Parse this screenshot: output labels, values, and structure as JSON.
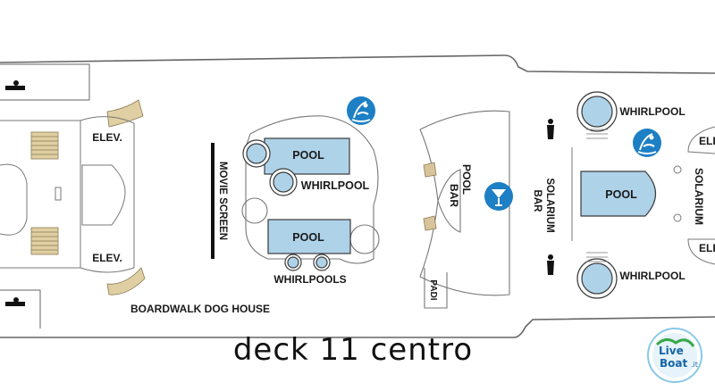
{
  "labels": {
    "elev_top": "ELEV.",
    "elev_bottom": "ELEV.",
    "movie_screen": "MOVIE SCREEN",
    "pool_upper": "POOL",
    "whirlpool_center": "WHIRLPOOL",
    "pool_lower": "POOL",
    "whirlpools": "WHIRLPOOLS",
    "boardwalk": "BOARDWALK DOG HOUSE",
    "pool_bar_1": "POOL",
    "pool_bar_2": "BAR",
    "padi": "PADI",
    "solarium_bar_1": "SOLARIUM",
    "solarium_bar_2": "BAR",
    "whirlpool_fwd_top": "WHIRLPOOL",
    "pool_solarium": "POOL",
    "whirlpool_fwd_bottom": "WHIRLPOOL",
    "solarium": "SOLARIUM",
    "elev_right_top": "ELE",
    "elev_right_bottom": "ELE"
  },
  "caption": "deck 11 centro",
  "logo": {
    "line1": "Live",
    "line2": "Boat",
    "suffix": ".it"
  },
  "colors": {
    "pool": "#aed2e8",
    "pool_stroke": "#3a3a3a",
    "icon_blue": "#1d7fc4",
    "stairs": "#d8c49a",
    "hull": "#666666"
  },
  "icons": [
    "swimmer-icon",
    "cocktail-bar-icon",
    "swimmer-icon",
    "restroom-icon"
  ]
}
